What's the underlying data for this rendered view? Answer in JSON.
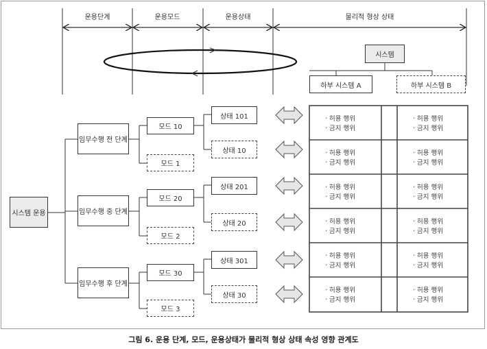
{
  "headers": {
    "phase": "운용단계",
    "mode": "운용모드",
    "state": "운용상태",
    "physical": "물리적 형상 상태"
  },
  "system_tree": {
    "root": "시스템",
    "sub_a": "하부 시스템 A",
    "sub_b": "하부 시스템 B"
  },
  "root_node": "시스템 운용",
  "phases": [
    {
      "label": "임무수행 전 단계",
      "modes": [
        {
          "label": "모드 10",
          "dashed": false,
          "state": "상태 101"
        },
        {
          "label": "모드 1",
          "dashed": true,
          "state": "상태 10"
        }
      ]
    },
    {
      "label": "임무수행 중 단계",
      "modes": [
        {
          "label": "모드 20",
          "dashed": false,
          "state": "상태 201"
        },
        {
          "label": "모드 2",
          "dashed": true,
          "state": "상태 20"
        }
      ]
    },
    {
      "label": "임무수행 후 단계",
      "modes": [
        {
          "label": "모드 30",
          "dashed": false,
          "state": "상태 301"
        },
        {
          "label": "모드 3",
          "dashed": true,
          "state": "상태 30"
        }
      ]
    }
  ],
  "cell": {
    "allowed": "· 허용 행위",
    "forbidden": "· 금지 행위"
  },
  "caption": "그림 6. 운용 단계, 모드, 운용상태가 물리적 형상 상태 속성 영향 관계도"
}
